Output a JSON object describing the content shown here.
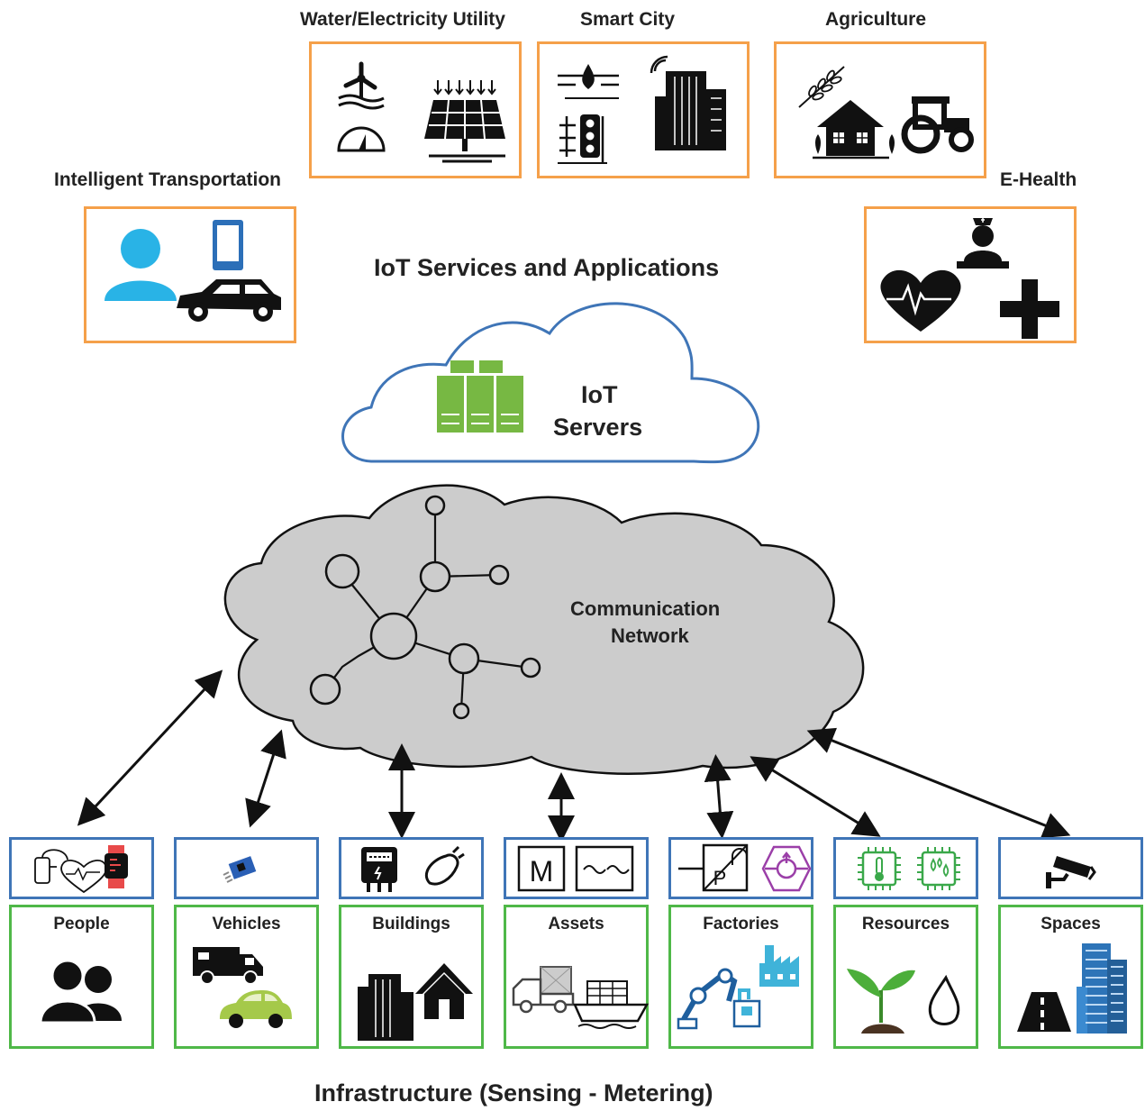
{
  "heading_services": "IoT Services and Applications",
  "heading_infrastructure": "Infrastructure (Sensing - Metering)",
  "services": {
    "water": "Water/Electricity Utility",
    "smart_city": "Smart City",
    "agriculture": "Agriculture",
    "transport": "Intelligent Transportation",
    "ehealth": "E-Health"
  },
  "servers": {
    "line1": "IoT",
    "line2": "Servers"
  },
  "network": {
    "line1": "Communication",
    "line2": "Network"
  },
  "categories": [
    "People",
    "Vehicles",
    "Buildings",
    "Assets",
    "Factories",
    "Resources",
    "Spaces"
  ],
  "sensor_glyphs": {
    "motor": "M",
    "pump": "P",
    "wave": "~~"
  },
  "colors": {
    "service_border": "#f5a04a",
    "sensor_border": "#3f75b7",
    "category_border": "#4fb848",
    "cloud_border": "#3f75b7",
    "network_fill": "#cccccc",
    "server_green": "#77b843",
    "person_blue": "#29b3e6"
  },
  "icons": {
    "water": [
      "wind-turbine-icon",
      "gauge-icon",
      "solar-panel-icon"
    ],
    "smart_city": [
      "water-drop-sensor-icon",
      "traffic-light-icon",
      "smart-building-icon"
    ],
    "agriculture": [
      "wheat-icon",
      "farmhouse-icon",
      "tractor-icon"
    ],
    "transport": [
      "person-icon",
      "smartphone-icon",
      "car-icon"
    ],
    "ehealth": [
      "nurse-icon",
      "heart-rate-icon",
      "medical-cross-icon"
    ],
    "servers": "server-rack-icon",
    "sensors": [
      "wearable-sensors-icon",
      "gps-module-icon",
      "smart-meter-icon",
      "motor-wave-icon",
      "pump-valve-icon",
      "chip-sensors-icon",
      "security-camera-icon"
    ],
    "categories": [
      "people-icon",
      "vehicles-icon",
      "buildings-icon",
      "assets-icon",
      "factories-icon",
      "resources-icon",
      "spaces-icon"
    ]
  }
}
